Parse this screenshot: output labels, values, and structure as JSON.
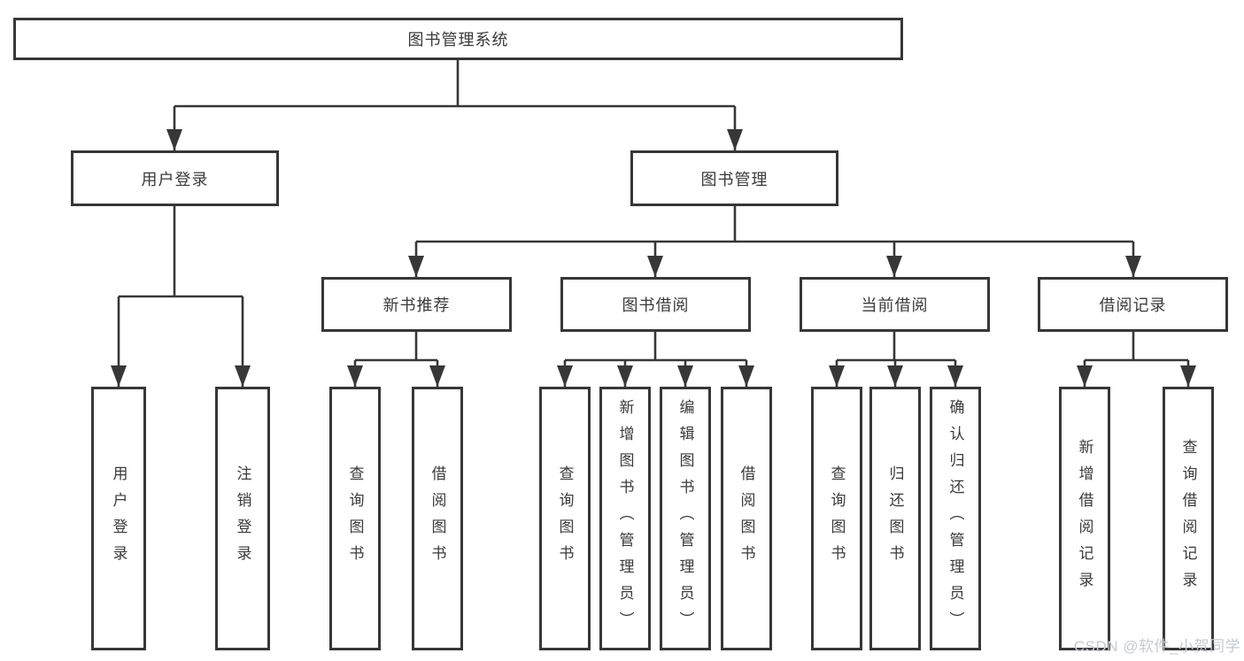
{
  "colors": {
    "line": "#373737",
    "text": "#3a3a3a",
    "watermark": "#c6cad0",
    "background": "#ffffff"
  },
  "tree": {
    "label": "图书管理系统",
    "children": [
      {
        "label": "用户登录",
        "children": [
          {
            "label": "用户登录"
          },
          {
            "label": "注销登录"
          }
        ]
      },
      {
        "label": "图书管理",
        "children": [
          {
            "label": "新书推荐",
            "children": [
              {
                "label": "查询图书"
              },
              {
                "label": "借阅图书"
              }
            ]
          },
          {
            "label": "图书借阅",
            "children": [
              {
                "label": "查询图书"
              },
              {
                "label": "新增图书（管理员）"
              },
              {
                "label": "编辑图书（管理员）"
              },
              {
                "label": "借阅图书"
              }
            ]
          },
          {
            "label": "当前借阅",
            "children": [
              {
                "label": "查询图书"
              },
              {
                "label": "归还图书"
              },
              {
                "label": "确认归还（管理员）"
              }
            ]
          },
          {
            "label": "借阅记录",
            "children": [
              {
                "label": "新增借阅记录"
              },
              {
                "label": "查询借阅记录"
              }
            ]
          }
        ]
      }
    ]
  },
  "watermark": {
    "text": "CSDN @软件_小贺同学"
  }
}
